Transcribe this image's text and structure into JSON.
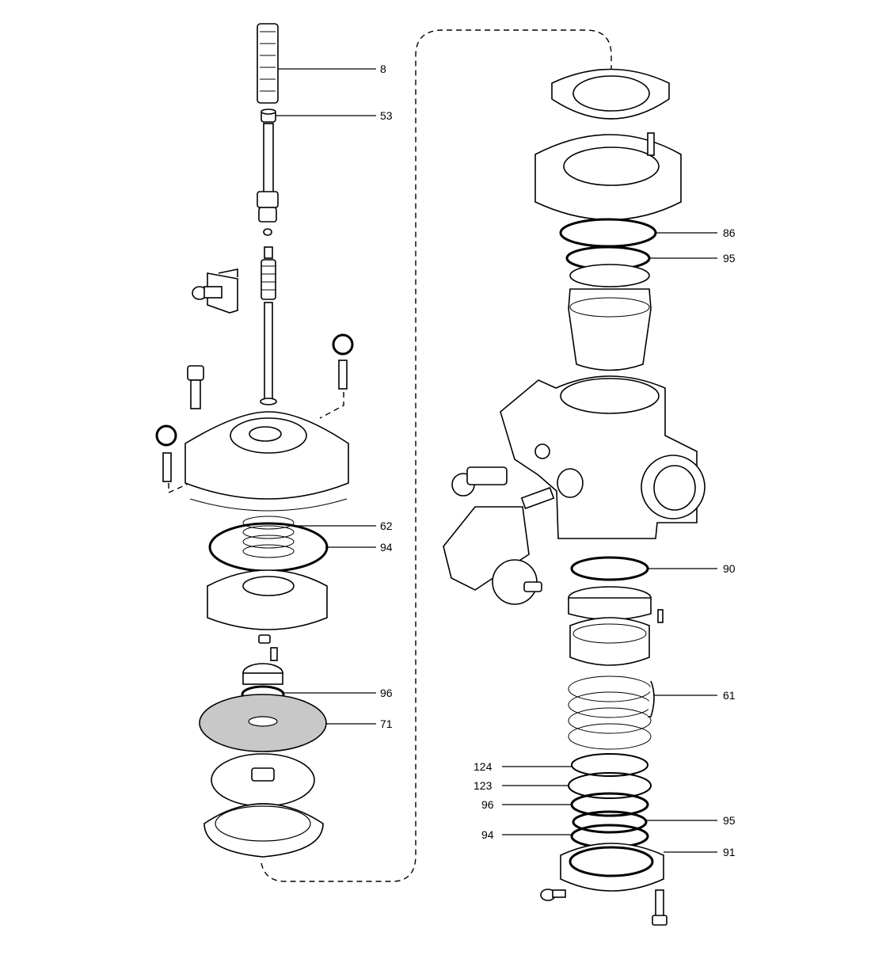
{
  "callouts": {
    "c8": "8",
    "c53": "53",
    "c62": "62",
    "c94a": "94",
    "c96a": "96",
    "c71": "71",
    "c86": "86",
    "c95a": "95",
    "c90": "90",
    "c61": "61",
    "c124": "124",
    "c123": "123",
    "c96b": "96",
    "c94b": "94",
    "c95b": "95",
    "c91": "91"
  }
}
